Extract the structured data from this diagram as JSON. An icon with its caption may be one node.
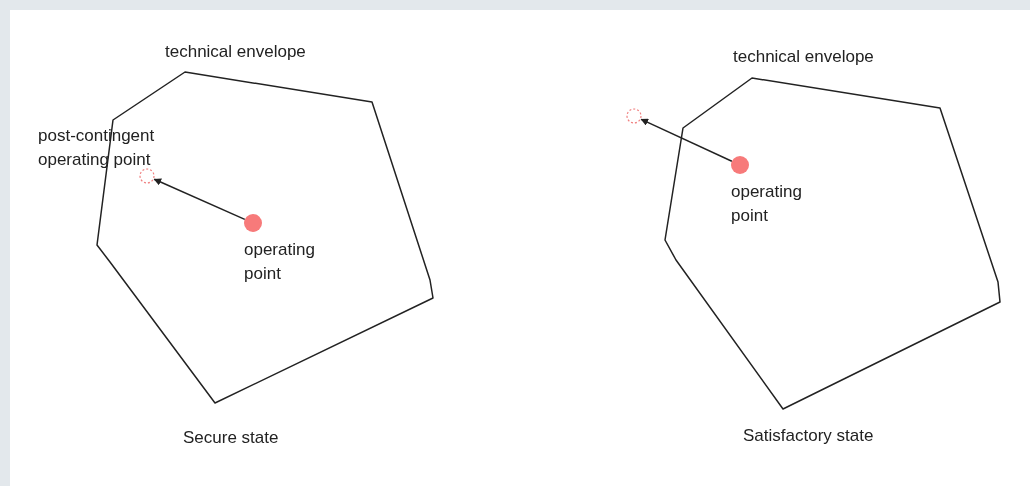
{
  "diagram": {
    "nodes": [
      {
        "text": [
          "technical envelope"
        ],
        "beside": [
          "Secure state"
        ]
      },
      {
        "text": [],
        "shape": "circle",
        "in": 0,
        "beside": [
          "post-contingent operating point"
        ]
      },
      {
        "text": [],
        "shape": "circle",
        "in": 0,
        "beside": [
          "operating point"
        ]
      },
      {
        "text": [
          "technical envelope"
        ],
        "beside": [
          "Satisfactory state"
        ]
      },
      {
        "text": [],
        "shape": "circle"
      },
      {
        "text": [],
        "shape": "circle",
        "in": 3,
        "beside": [
          "operating point"
        ]
      }
    ],
    "edges": [
      {
        "from": 2,
        "to": 1,
        "arrow": "to"
      },
      {
        "from": 5,
        "to": 4,
        "arrow": "to"
      }
    ]
  }
}
